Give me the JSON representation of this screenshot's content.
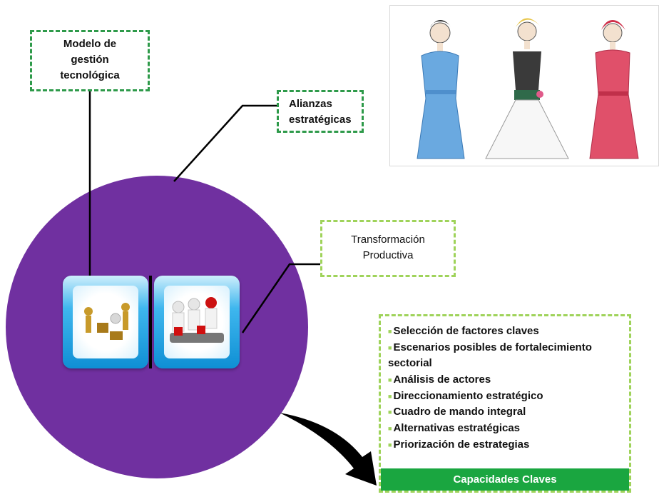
{
  "boxes": {
    "modelo": [
      "Modelo de",
      "gestión",
      "tecnológica"
    ],
    "alianzas": [
      "Alianzas",
      "estratégicas"
    ],
    "transformacion": [
      "Transformación",
      "Productiva"
    ]
  },
  "capacidades": {
    "items": [
      "Selección de factores claves",
      "Escenarios posibles de fortalecimiento sectorial",
      "Análisis de actores",
      "Direccionamiento estratégico",
      "Cuadro de mando integral",
      "Alternativas estratégicas",
      "Priorización de estrategias"
    ],
    "title": "Capacidades Claves"
  },
  "colors": {
    "circle": "#7030a0",
    "dark_green": "#2e9a4a",
    "light_green": "#9fd35a",
    "footer_green": "#1aa640"
  }
}
